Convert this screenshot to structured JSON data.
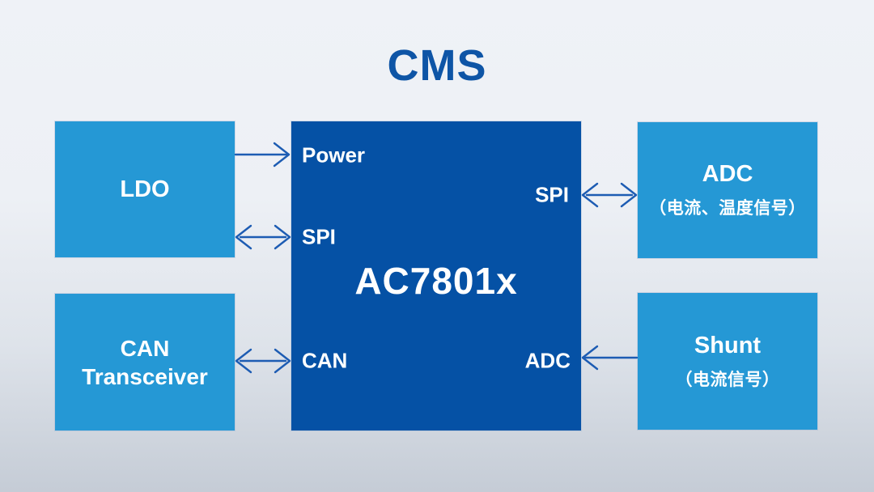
{
  "title": "CMS",
  "colors": {
    "dark_blue": "#0551a5",
    "light_blue": "#2598d5",
    "arrow_blue": "#1d5cb3",
    "title_blue": "#0e55a6",
    "bg_top": "#eff2f7",
    "bg_bottom": "#c5ccd6",
    "text_white": "#ffffff"
  },
  "blocks": {
    "ldo": {
      "label": "LDO"
    },
    "can_transceiver": {
      "label_line1": "CAN",
      "label_line2": "Transceiver"
    },
    "mcu": {
      "name": "AC7801x",
      "ports": {
        "power": "Power",
        "spi_left": "SPI",
        "spi_right": "SPI",
        "can": "CAN",
        "adc": "ADC"
      }
    },
    "adc": {
      "title": "ADC",
      "subtitle": "（电流、温度信号）"
    },
    "shunt": {
      "title": "Shunt",
      "subtitle": "（电流信号）"
    }
  },
  "arrows": [
    {
      "name": "ldo-power-to-mcu",
      "type": "single",
      "direction": "right"
    },
    {
      "name": "ldo-spi-mcu",
      "type": "double",
      "direction": "both"
    },
    {
      "name": "can-transceiver-mcu",
      "type": "double",
      "direction": "both"
    },
    {
      "name": "mcu-spi-adc",
      "type": "double",
      "direction": "both"
    },
    {
      "name": "shunt-to-mcu-adc",
      "type": "single",
      "direction": "left"
    }
  ]
}
